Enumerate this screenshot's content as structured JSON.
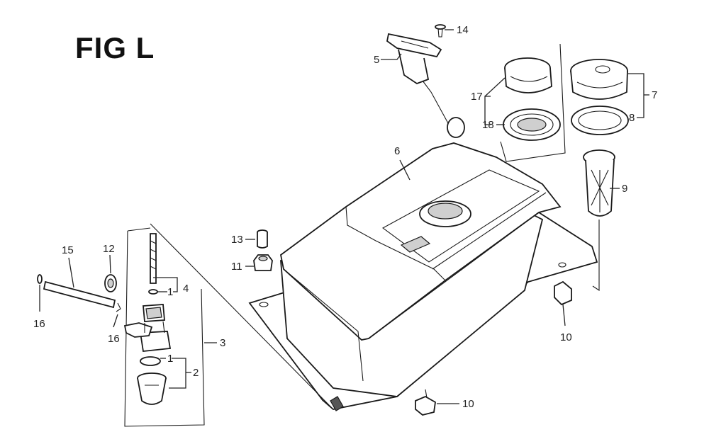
{
  "title": "FIG L",
  "callouts": {
    "c1a": "1",
    "c1b": "1",
    "c2": "2",
    "c3": "3",
    "c4": "4",
    "c5": "5",
    "c6": "6",
    "c7": "7",
    "c8": "8",
    "c9": "9",
    "c10a": "10",
    "c10b": "10",
    "c11": "11",
    "c12": "12",
    "c13": "13",
    "c14": "14",
    "c15": "15",
    "c16a": "16",
    "c16b": "16",
    "c17": "17",
    "c18": "18"
  }
}
